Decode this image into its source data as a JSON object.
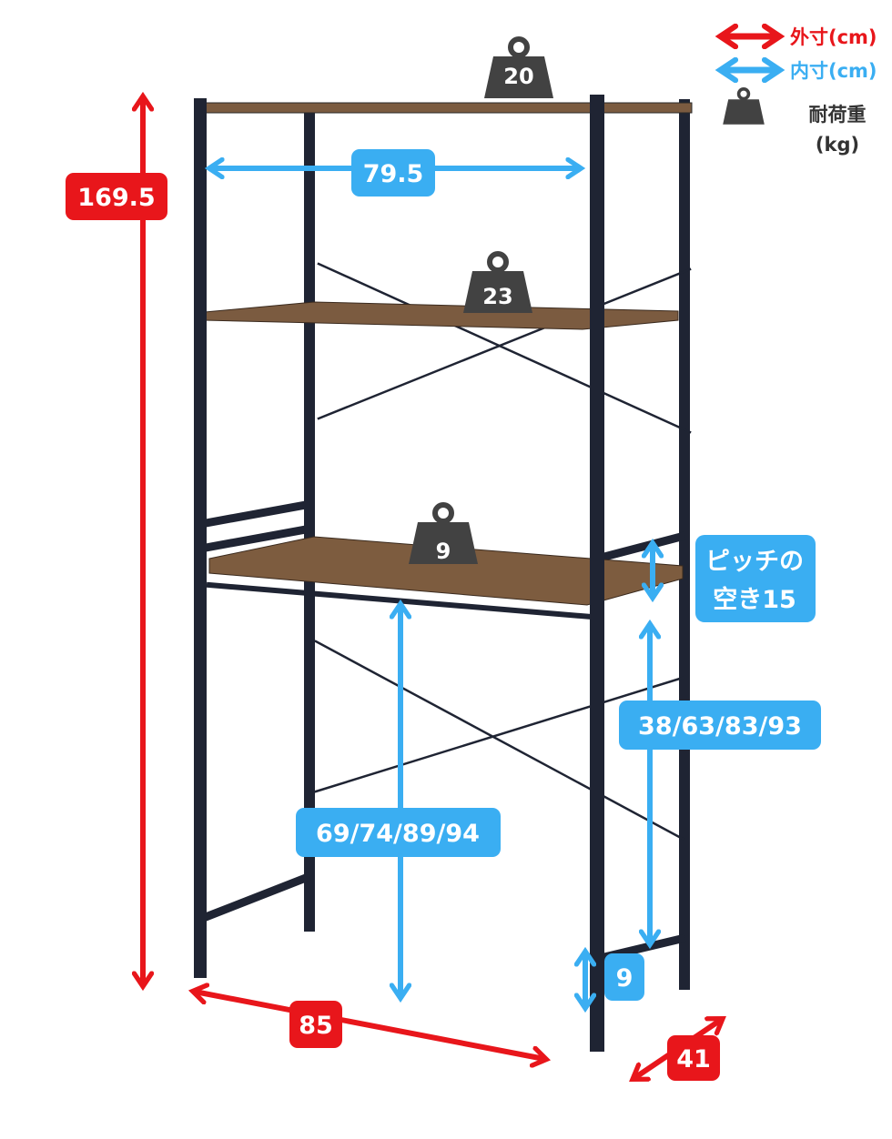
{
  "colors": {
    "outer": "#e8161b",
    "inner": "#3aaef2",
    "weight": "#424242",
    "frame": "#1f2433",
    "wood": "#7b5b40"
  },
  "legend": {
    "outer_label": "外寸(cm)",
    "inner_label": "内寸(cm)",
    "load_label": "耐荷重",
    "load_unit": "(kg)"
  },
  "outer_dimensions": {
    "height": "169.5",
    "width": "85",
    "depth": "41"
  },
  "inner_dimensions": {
    "shelf_width": "79.5",
    "pitch_line1": "ピッチの",
    "pitch_line2": "空き15",
    "right_heights": "38/63/83/93",
    "desk_heights": "69/74/89/94",
    "bottom_clearance": "9"
  },
  "load_capacity": {
    "top_shelf": "20",
    "middle_shelf": "23",
    "desk_shelf": "9"
  }
}
